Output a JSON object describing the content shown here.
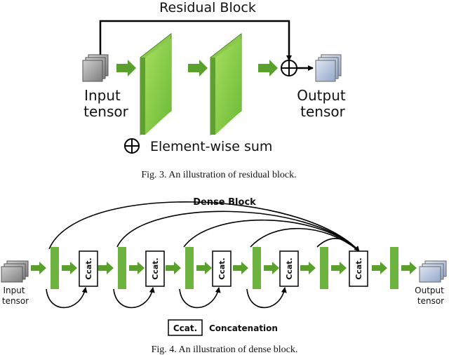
{
  "residual": {
    "title": "Residual Block",
    "input_label": [
      "Input",
      "tensor"
    ],
    "output_label": [
      "Output",
      "tensor"
    ],
    "legend": "Element-wise sum",
    "caption": "Fig. 3. An illustration of residual block."
  },
  "dense": {
    "title": "Dense Block",
    "input_label": [
      "Input",
      "tensor"
    ],
    "output_label": [
      "Output",
      "tensor"
    ],
    "concat_label": "Ccat.",
    "legend_box": "Ccat.",
    "legend": "Concatenation",
    "caption": "Fig. 4. An illustration of dense block."
  },
  "colors": {
    "layer_green": "#6db33f",
    "arrow_green": "#5aa02c",
    "input_gray": "#9a9a9a",
    "output_blue": "#b4c3dc",
    "line": "#000000"
  }
}
